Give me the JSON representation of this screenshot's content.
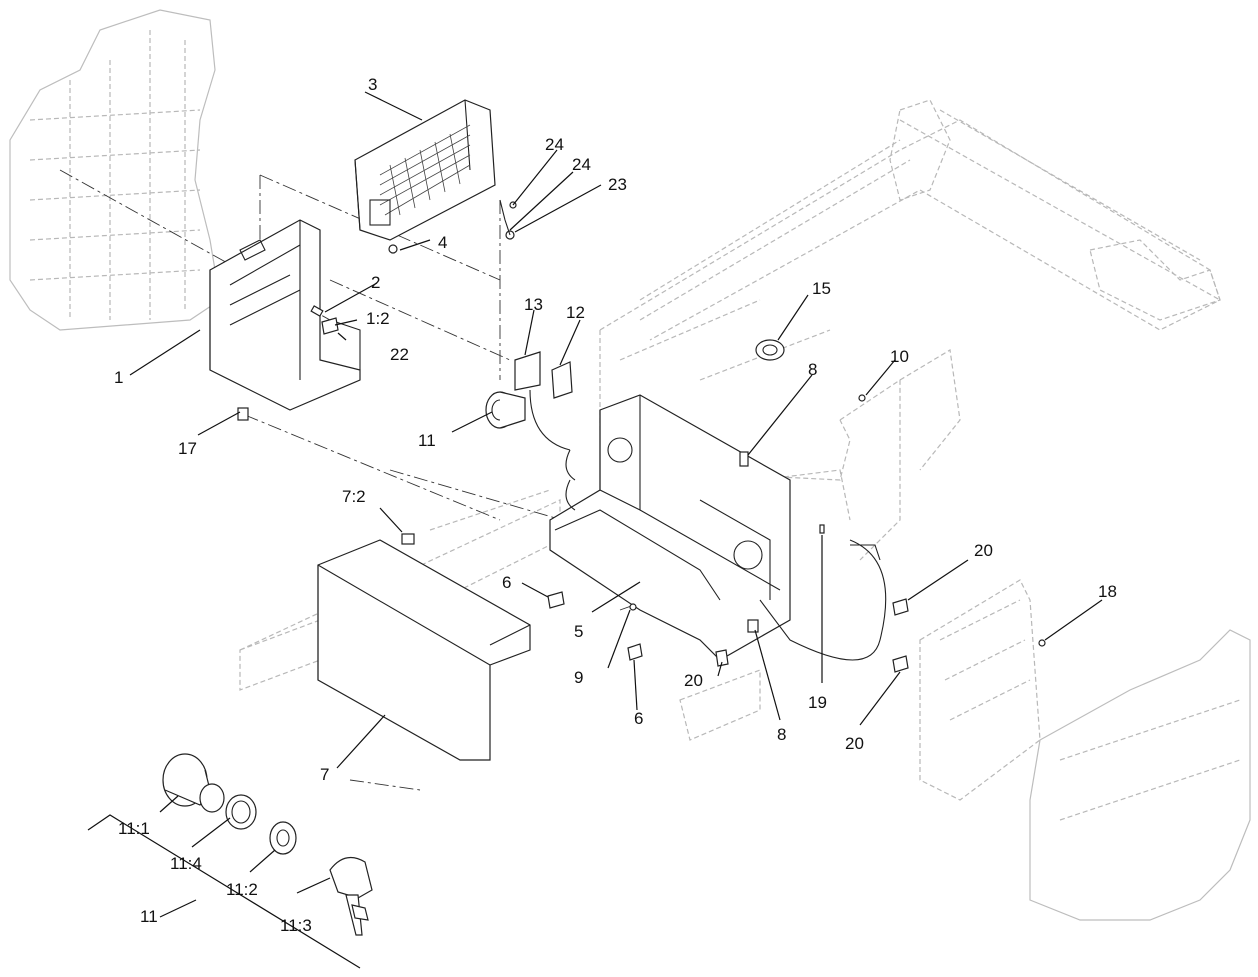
{
  "callouts": {
    "c1": "1",
    "c2": "2",
    "c1_2": "1:2",
    "c3": "3",
    "c4": "4",
    "c5": "5",
    "c6a": "6",
    "c6b": "6",
    "c7": "7",
    "c7_2": "7:2",
    "c8a": "8",
    "c8b": "8",
    "c9": "9",
    "c10": "10",
    "c11": "11",
    "c11b": "11",
    "c11_1": "11:1",
    "c11_2": "11:2",
    "c11_3": "11:3",
    "c11_4": "11:4",
    "c12": "12",
    "c13": "13",
    "c15": "15",
    "c17": "17",
    "c18": "18",
    "c19": "19",
    "c20a": "20",
    "c20b": "20",
    "c20c": "20",
    "c22": "22",
    "c23": "23",
    "c24a": "24",
    "c24b": "24"
  }
}
